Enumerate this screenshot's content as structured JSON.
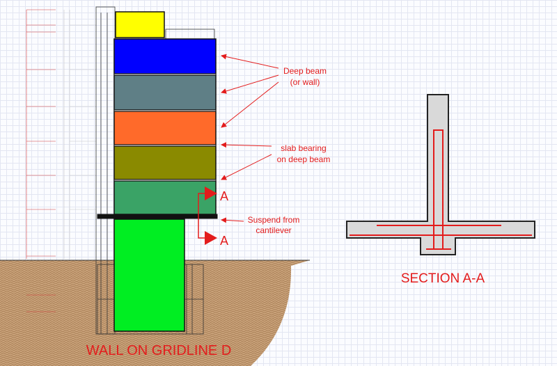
{
  "annotations": {
    "deep_beam_line1": "Deep beam",
    "deep_beam_line2": "(or wall)",
    "slab_bearing_line1": "slab bearing",
    "slab_bearing_line2": "on deep beam",
    "suspend_line1": "Suspend from",
    "suspend_line2": "cantilever",
    "section_marker_top": "A",
    "section_marker_bottom": "A"
  },
  "titles": {
    "section_title": "SECTION A-A",
    "elevation_title": "WALL ON GRIDLINE   D"
  },
  "colors": {
    "annotation_red": "#e31c1c",
    "level_top_yellow": "#ffff00",
    "level_blue": "#0000ff",
    "level_slate": "#5f7f86",
    "level_orange": "#ff6a2a",
    "level_olive": "#8a8a00",
    "level_teal": "#3aa366",
    "lower_wall_green": "#00ee22",
    "ground_brown": "#c9a27a",
    "concrete_gray": "#d9d9d9"
  }
}
